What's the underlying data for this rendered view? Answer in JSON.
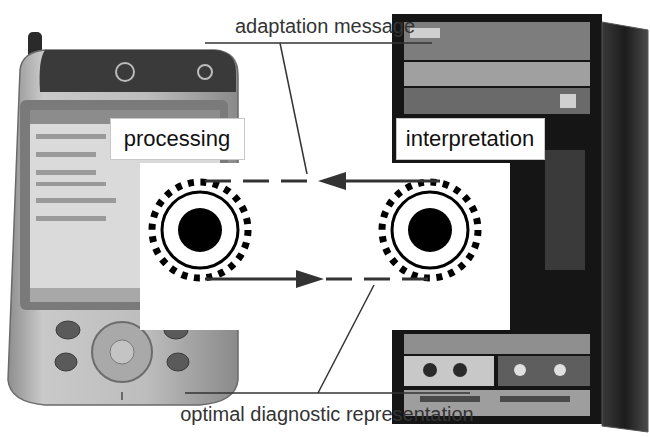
{
  "diagram": {
    "nodes": [
      {
        "text": [
          "processing"
        ]
      },
      {
        "text": [
          "interpretation"
        ]
      }
    ],
    "labels": [
      "adaptation message",
      "optimal diagnostic representation"
    ]
  }
}
